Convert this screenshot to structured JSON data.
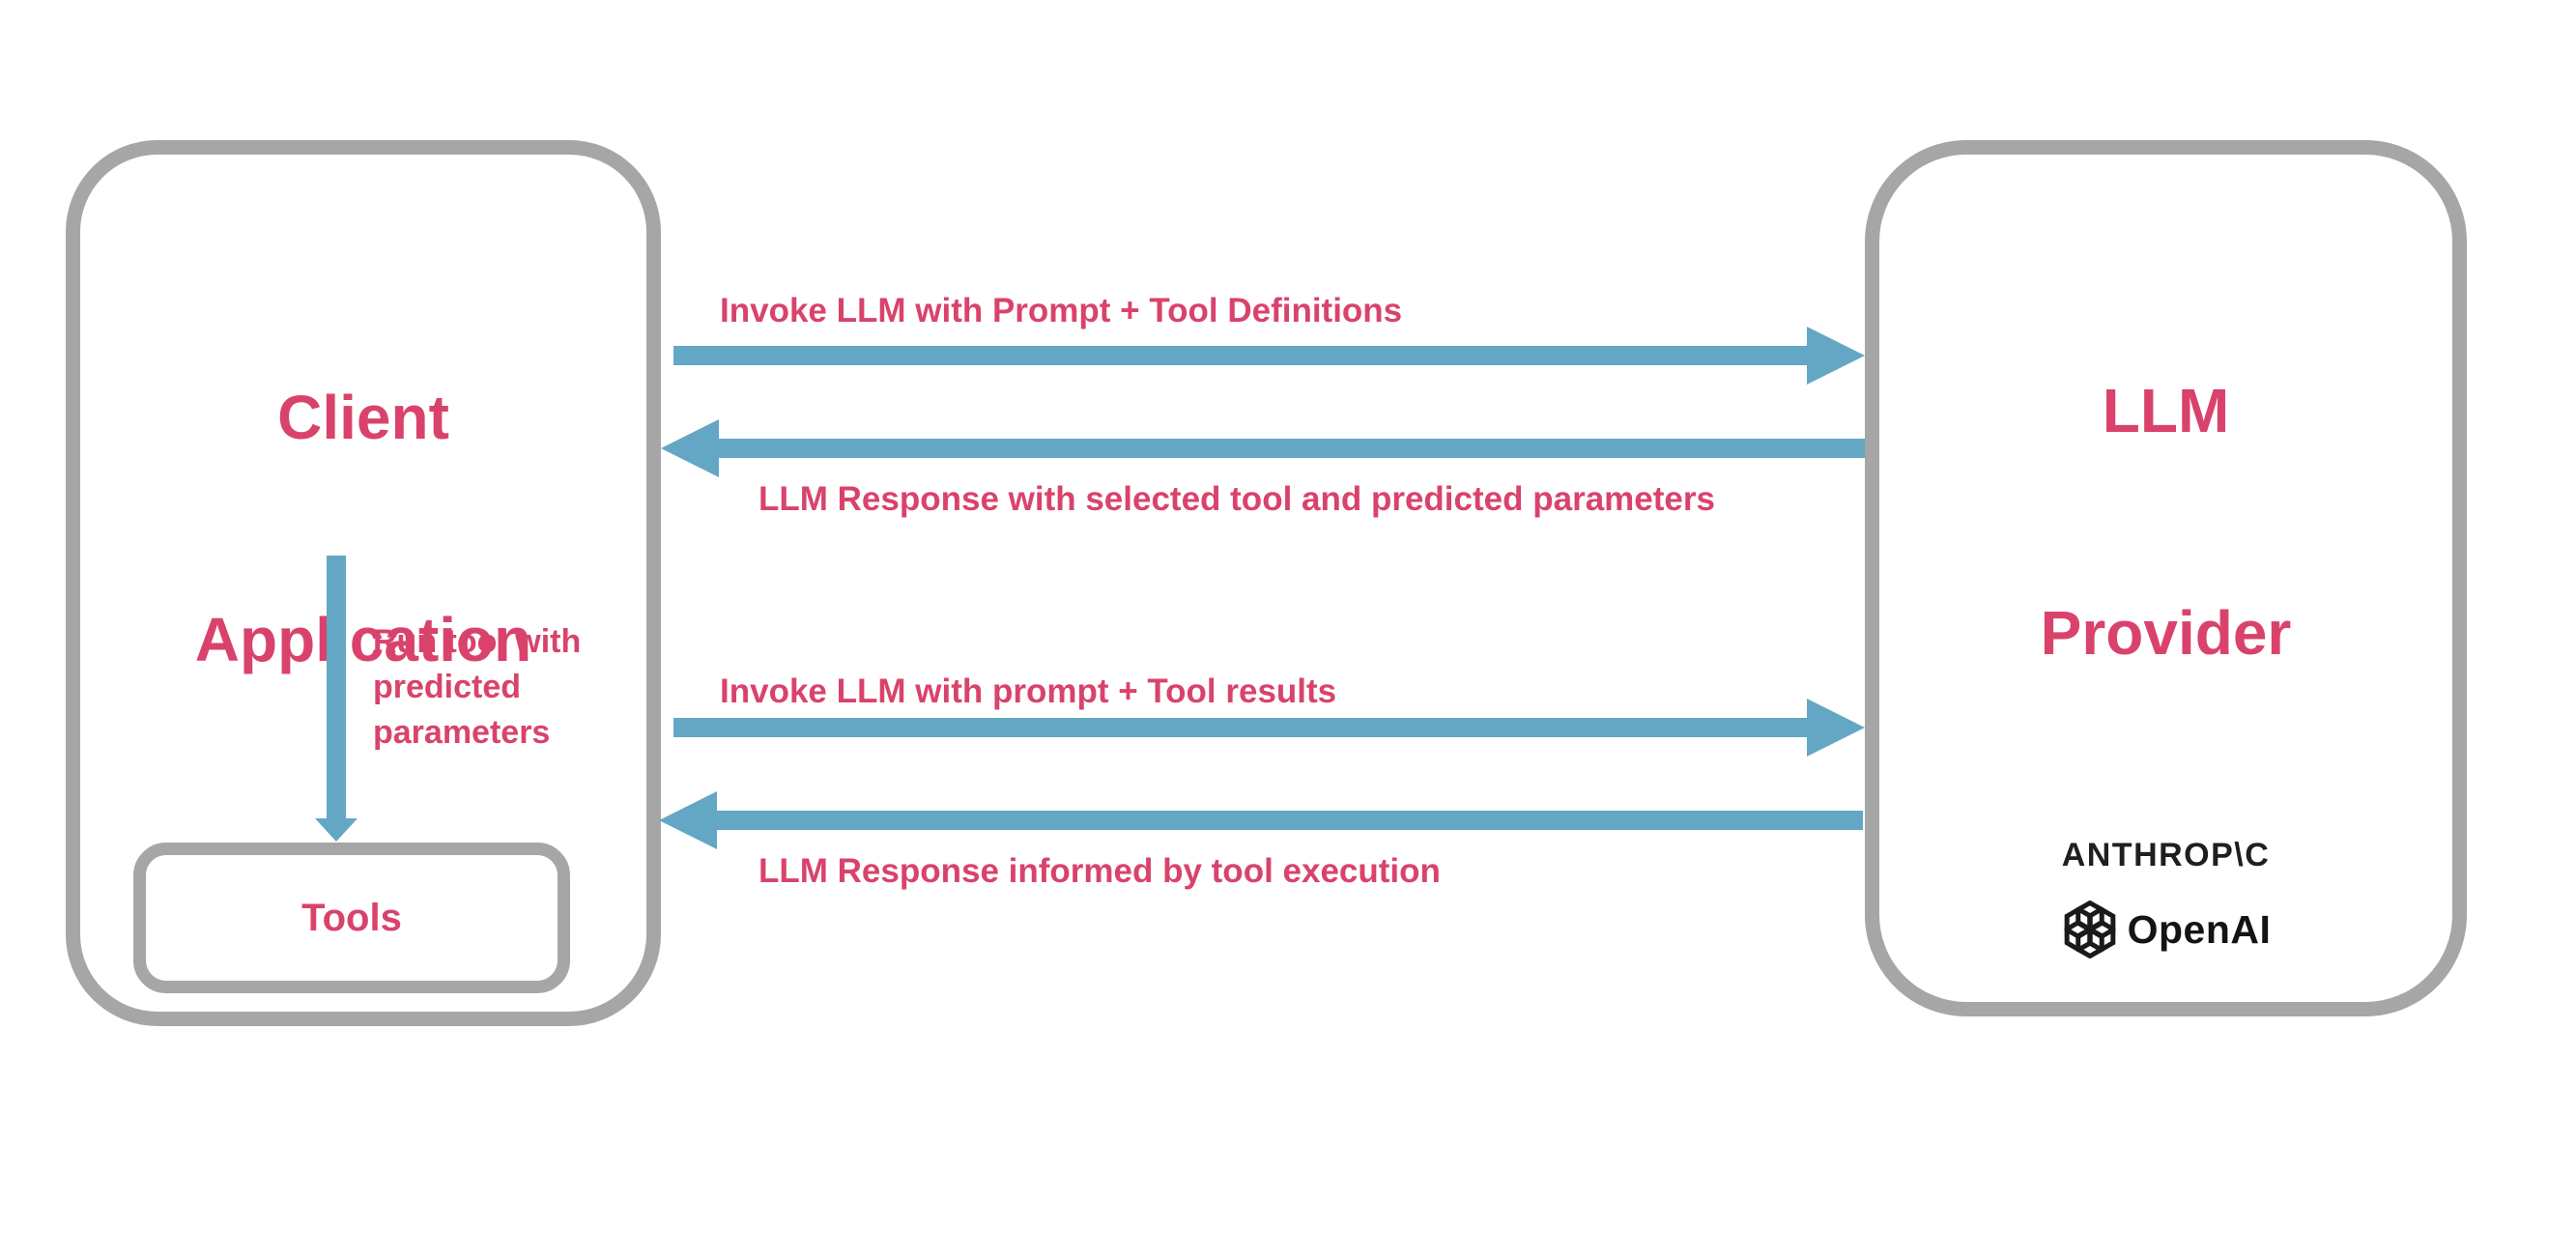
{
  "diagram": {
    "client": {
      "title_lines": [
        "Client",
        "Application"
      ],
      "tools_label": "Tools",
      "run_tool_lines": [
        "Run tool with",
        "predicted",
        "parameters"
      ]
    },
    "provider": {
      "title_lines": [
        "LLM",
        "Provider"
      ],
      "anthropic_logo_text": "ANTHROP\\C",
      "openai_logo_text": "OpenAI"
    },
    "flows": [
      {
        "direction": "right",
        "label": "Invoke LLM with Prompt + Tool Definitions"
      },
      {
        "direction": "left",
        "label": "LLM Response with selected tool and predicted parameters"
      },
      {
        "direction": "right",
        "label": "Invoke LLM with prompt + Tool results"
      },
      {
        "direction": "left",
        "label": "LLM Response informed by tool execution"
      }
    ],
    "colors": {
      "accent_pink": "#D9436B",
      "arrow_blue": "#64A7C4",
      "border_gray": "#A6A6A6",
      "logo_dark": "#1A1A1A"
    }
  }
}
